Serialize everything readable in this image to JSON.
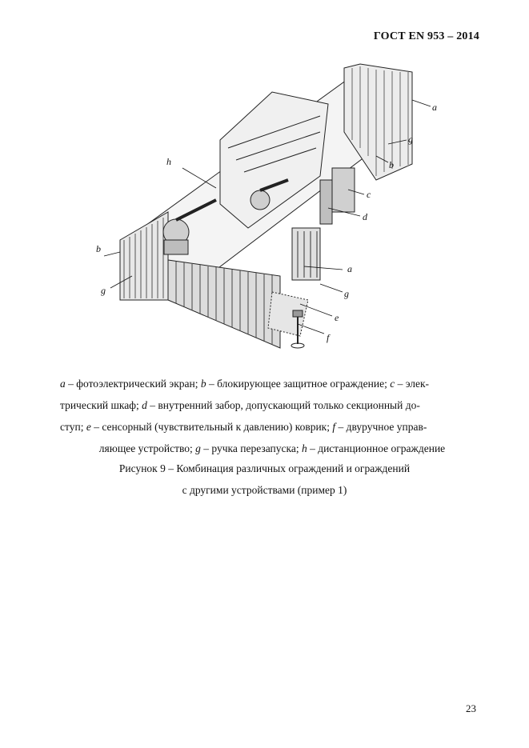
{
  "header": {
    "standard": "ГОСТ  EN 953 – 2014"
  },
  "figure": {
    "labels": {
      "a": "a",
      "b": "b",
      "c": "c",
      "d": "d",
      "e": "e",
      "f": "f",
      "g": "g",
      "h": "h"
    }
  },
  "legend": {
    "a_letter": "a",
    "a_text": " – фотоэлектрический экран; ",
    "b_letter": "b",
    "b_text": " – блокирующее защитное ограждение; ",
    "c_letter": "c",
    "c_text": " – элек-",
    "line2": "трический шкаф; ",
    "d_letter": "d",
    "d_text": " – внутренний забор, допускающий только секционный до-",
    "line3": "ступ; ",
    "e_letter": "e",
    "e_text": " – сенсорный (чувствительный к давлению) коврик; ",
    "f_letter": "f",
    "f_text": " – двуручное управ-",
    "line4": "ляющее устройство; ",
    "g_letter": "g",
    "g_text": " – ручка перезапуска; ",
    "h_letter": "h",
    "h_text": " – дистанционное ограждение"
  },
  "caption": {
    "line1": "Рисунок 9 –  Комбинация различных ограждений и ограждений",
    "line2": "с другими устройствами (пример 1)"
  },
  "page_number": "23"
}
